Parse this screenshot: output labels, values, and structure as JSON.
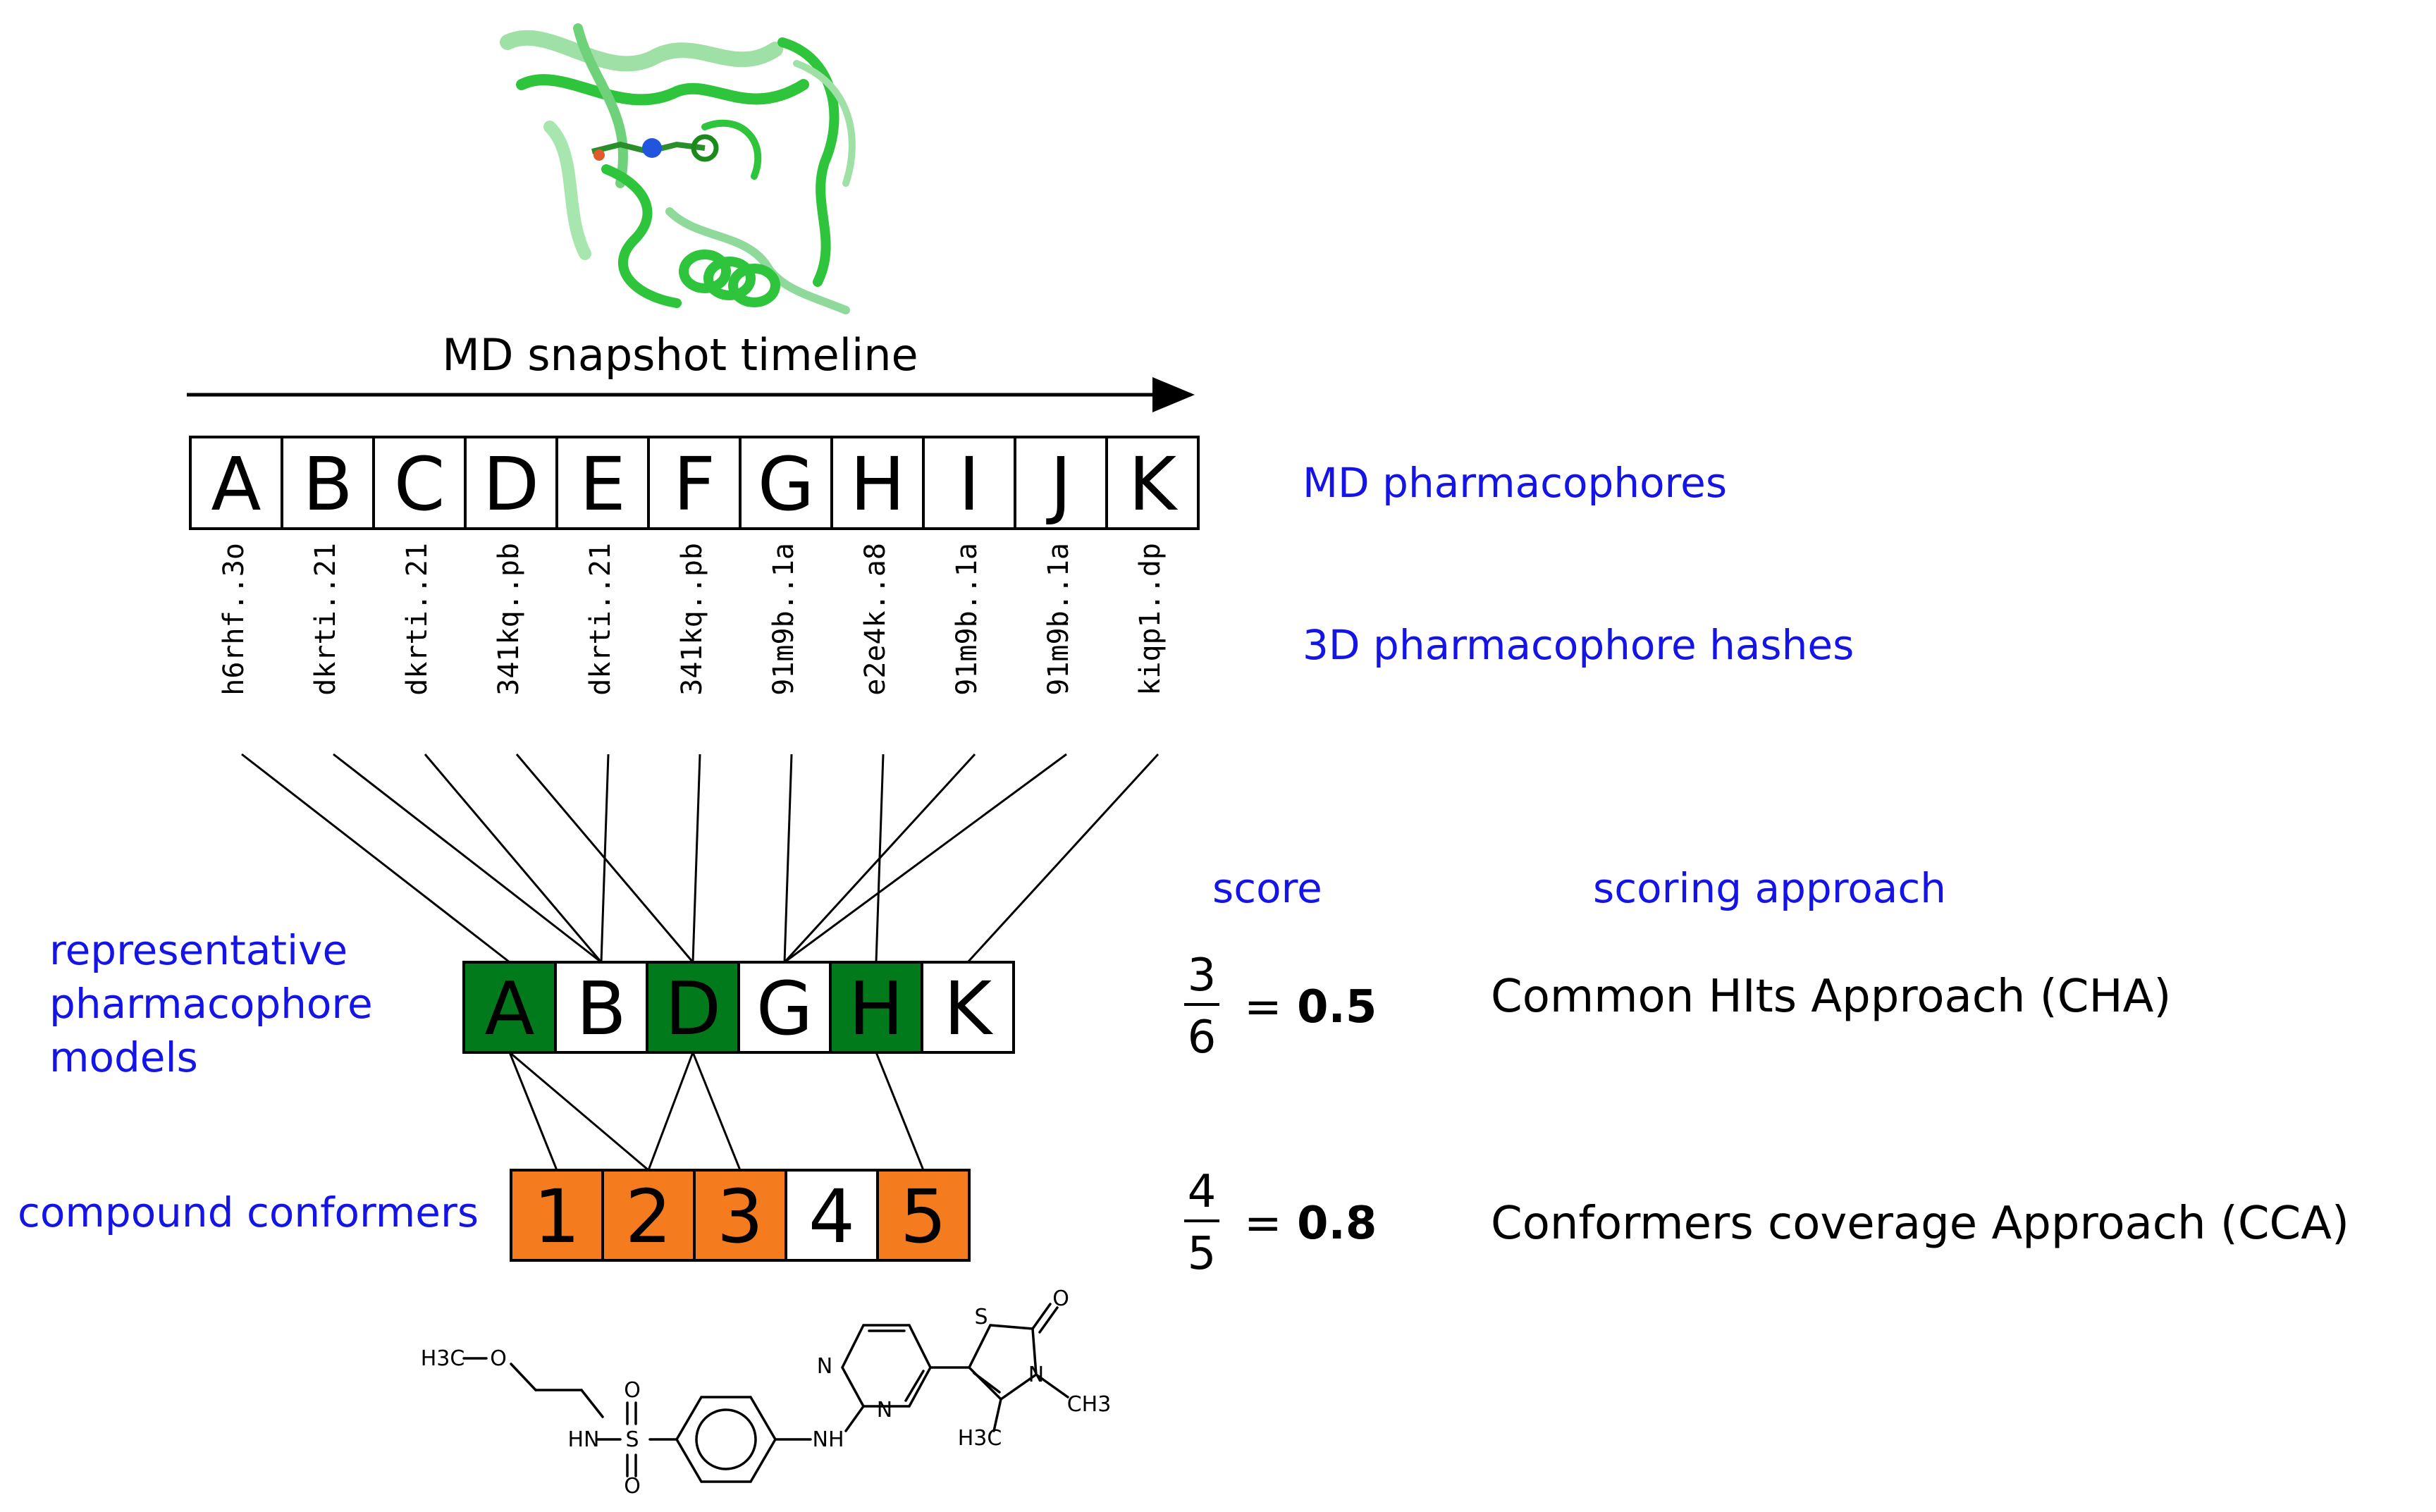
{
  "timeline": {
    "label": "MD snapshot timeline"
  },
  "md_pharmacophores": {
    "label": "MD pharmacophores",
    "snapshots": [
      "A",
      "B",
      "C",
      "D",
      "E",
      "F",
      "G",
      "H",
      "I",
      "J",
      "K"
    ]
  },
  "hashes": {
    "label": "3D pharmacophore hashes",
    "values": [
      "h6rhf..3o",
      "dkrti..21",
      "dkrti..21",
      "341kq..pb",
      "dkrti..21",
      "341kq..pb",
      "91m9b..1a",
      "e2e4k..a8",
      "91m9b..1a",
      "91m9b..1a",
      "kiqp1..dp"
    ]
  },
  "representative": {
    "label_lines": [
      "representative",
      "pharmacophore",
      "models"
    ],
    "models": [
      "A",
      "B",
      "D",
      "G",
      "H",
      "K"
    ],
    "hit": [
      true,
      false,
      true,
      false,
      true,
      false
    ],
    "hit_color": "#007a1a"
  },
  "conformers": {
    "label": "compound conformers",
    "items": [
      "1",
      "2",
      "3",
      "4",
      "5"
    ],
    "covered": [
      true,
      true,
      true,
      false,
      true
    ],
    "covered_color": "#f47c1f"
  },
  "scores": {
    "score_header": "score",
    "approach_header": "scoring approach",
    "cha": {
      "numerator": "3",
      "denominator": "6",
      "equals": "=",
      "value": "0.5",
      "approach": "Common HIts Approach (CHA)"
    },
    "cca": {
      "numerator": "4",
      "denominator": "5",
      "equals": "=",
      "value": "0.8",
      "approach": "Conformers coverage Approach (CCA)"
    }
  },
  "molecule": {
    "atom_labels": [
      "H3C",
      "O",
      "HN",
      "S",
      "O",
      "O",
      "NH",
      "N",
      "N",
      "S",
      "O",
      "N",
      "CH3",
      "H3C"
    ]
  },
  "colors": {
    "label_blue": "#1414e6",
    "protein_green": "#2ec43c",
    "protein_light": "#9fe0a6",
    "line": "#000000"
  }
}
